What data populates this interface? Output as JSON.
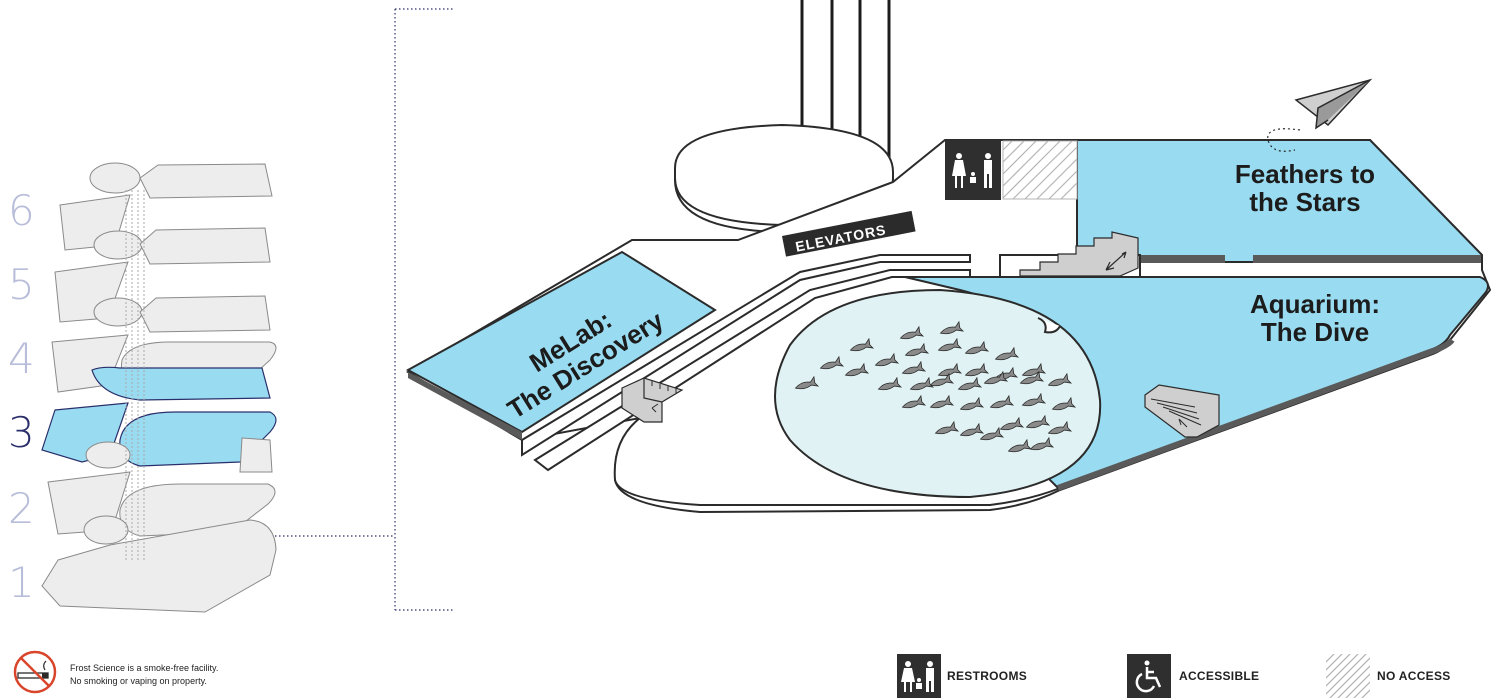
{
  "floors": {
    "numbers": [
      "6",
      "5",
      "4",
      "3",
      "2",
      "1"
    ],
    "active": "3"
  },
  "zones": {
    "melab_line1": "MeLab:",
    "melab_line2": "The Discovery",
    "feathers_line1": "Feathers to",
    "feathers_line2": "the Stars",
    "aquarium_line1": "Aquarium:",
    "aquarium_line2": "The Dive"
  },
  "elevators_label": "ELEVATORS",
  "smoke_notice": {
    "line1": "Frost Science is a smoke-free facility.",
    "line2": "No smoking or vaping on property."
  },
  "legend": {
    "restrooms": "RESTROOMS",
    "accessible": "ACCESSIBLE",
    "no_access": "NO ACCESS"
  },
  "icons": {
    "restroom": "restroom-icon",
    "accessible": "wheelchair-icon",
    "no_smoking": "no-smoking-icon",
    "stairs": "stairs-icon",
    "fish": "fish-icon",
    "paper_plane": "paper-plane-icon"
  },
  "colors": {
    "exhibit_blue": "#99dcf2",
    "tank_fill": "#e0f2f3",
    "outline": "#2b2b2b",
    "floor_gray": "#e9e9e9",
    "active_floor_text": "#2a2f6b",
    "inactive_floor_text": "#b8bdd9",
    "no_smoking_red": "#d9452b"
  }
}
